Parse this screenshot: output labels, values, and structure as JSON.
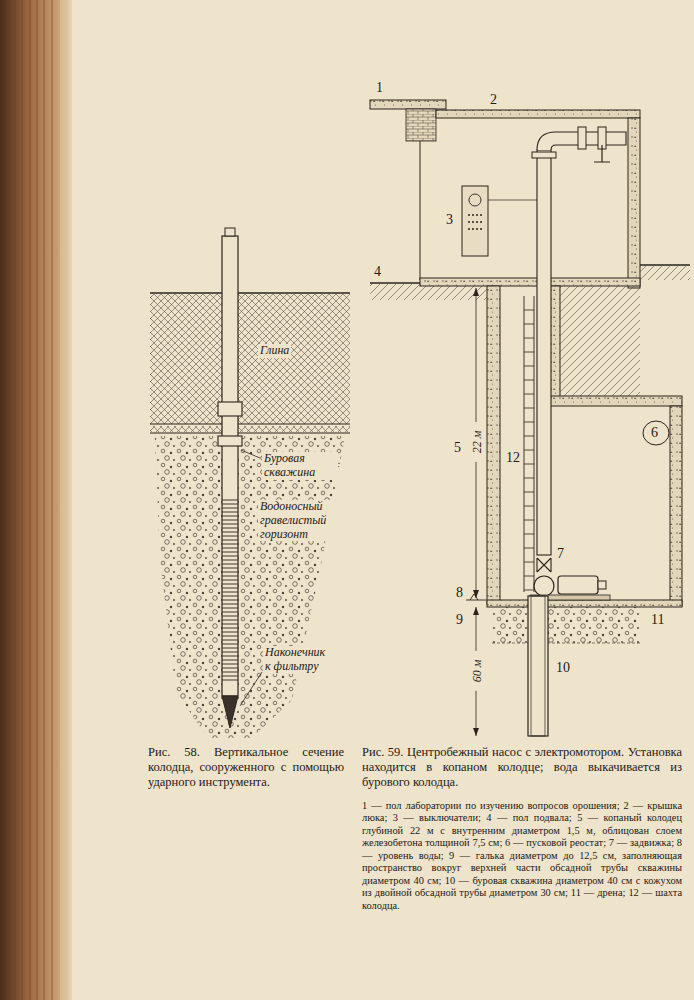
{
  "diagram": {
    "labels": [
      "Глина",
      "Буровая скважина",
      "Водоносный гравелистый горизонт",
      "Наконечник к фильтру",
      "Рис. 58. Вертикальное сечение колодца, сооруженного с помощью ударного инструмента.",
      "1",
      "2",
      "3",
      "4",
      "5",
      "22 м",
      "12",
      "6",
      "7",
      "8",
      "9",
      "11",
      "10",
      "60 м",
      "Рис. 59. Центробежный насос с электромотором. Установка находится в копаном колодце; вода выкачивается из бурового колодца.",
      "1 — пол лаборатории по изучению вопросов орошения; 2 — крышка люка; 3 — выключатели; 4 — пол подвала; 5 — копаный колодец глубиной 22 м с внутренним диаметром 1,5 м, облицован слоем железобетона толщиной 7,5 см; 6 — пусковой реостат; 7 — задвижка; 8 — уровень воды; 9 — галька диаметром до 12,5 см, заполняющая пространство вокруг верхней части обсадной трубы скважины диаметром 40 см; 10 — буровая скважина диаметром 40 см с кожухом из двойной обсадной трубы диаметром 30 см; 11 — дрена; 12 — шахта колодца."
    ]
  }
}
